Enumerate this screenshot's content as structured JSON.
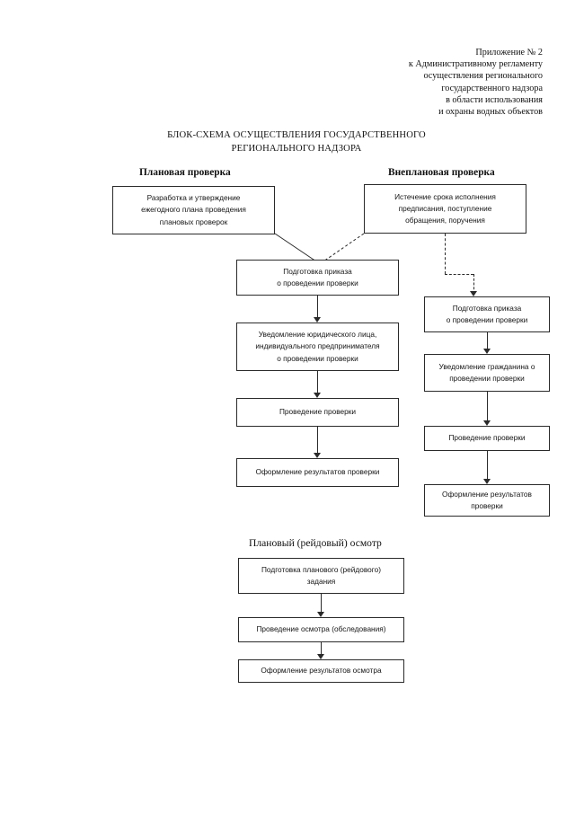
{
  "document": {
    "header_lines": [
      "Приложение № 2",
      "к Административному регламенту",
      "осуществления регионального",
      "государственного надзора",
      "в области использования",
      "и охраны водных объектов"
    ],
    "title_line1": "БЛОК-СХЕМА ОСУЩЕСТВЛЕНИЯ ГОСУДАРСТВЕННОГО",
    "title_line2": "РЕГИОНАЛЬНОГО НАДЗОРА"
  },
  "sections": {
    "planned": "Плановая проверка",
    "unplanned": "Внеплановая проверка",
    "raid": "Плановый (рейдовый) осмотр"
  },
  "boxes": {
    "planned_start_l1": "Разработка и утверждение",
    "planned_start_l2": "ежегодного плана проведения",
    "planned_start_l3": "плановых проверок",
    "unplanned_start_l1": "Истечение срока исполнения",
    "unplanned_start_l2": "предписания, поступление",
    "unplanned_start_l3": "обращения, поручения",
    "center_order_l1": "Подготовка приказа",
    "center_order_l2": "о проведении проверки",
    "center_notice_l1": "Уведомление юридического лица,",
    "center_notice_l2": "индивидуального предпринимателя",
    "center_notice_l3": "о проведении проверки",
    "center_conduct": "Проведение проверки",
    "center_result": "Оформление результатов проверки",
    "right_order_l1": "Подготовка приказа",
    "right_order_l2": "о проведении проверки",
    "right_notice_l1": "Уведомление гражданина о",
    "right_notice_l2": "проведении проверки",
    "right_conduct": "Проведение проверки",
    "right_result_l1": "Оформление результатов",
    "right_result_l2": "проверки",
    "raid_task_l1": "Подготовка планового (рейдового)",
    "raid_task_l2": "задания",
    "raid_conduct": "Проведение осмотра (обследования)",
    "raid_result": "Оформление результатов осмотра"
  },
  "colors": {
    "ink": "#1a1a1a",
    "stroke": "#2a2a2a",
    "paper": "#ffffff"
  }
}
